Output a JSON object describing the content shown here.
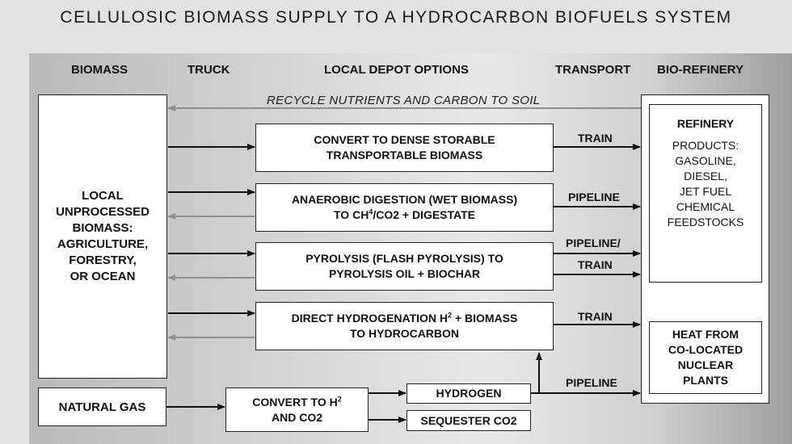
{
  "title": "CELLULOSIC BIOMASS SUPPLY TO A HYDROCARBON BIOFUELS SYSTEM",
  "headers": {
    "biomass": "BIOMASS",
    "truck": "TRUCK",
    "depot": "LOCAL DEPOT OPTIONS",
    "transport": "TRANSPORT",
    "refinery": "BIO-REFINERY"
  },
  "recycle_label": "RECYCLE NUTRIENTS AND CARBON TO SOIL",
  "biomass_box": {
    "lines": [
      "LOCAL",
      "UNPROCESSED",
      "BIOMASS:",
      "AGRICULTURE,",
      "FORESTRY,",
      "OR OCEAN"
    ]
  },
  "depot_options": {
    "dense": [
      "CONVERT TO DENSE STORABLE",
      "TRANSPORTABLE BIOMASS"
    ],
    "anaerobic_line1": "ANAEROBIC DIGESTION (WET BIOMASS)",
    "anaerobic_line2_pre": "TO CH",
    "anaerobic_line2_sup": "4",
    "anaerobic_line2_post": "/CO2 + DIGESTATE",
    "pyrolysis": [
      "PYROLYSIS (FLASH PYROLYSIS) TO",
      "PYROLYSIS OIL + BIOCHAR"
    ],
    "hydrogenation_line1_pre": "DIRECT HYDROGENATION H",
    "hydrogenation_line1_sup": "2",
    "hydrogenation_line1_post": " + BIOMASS",
    "hydrogenation_line2": "TO HYDROCARBON"
  },
  "transport_labels": {
    "dense": "TRAIN",
    "anaerobic": "PIPELINE",
    "pyrolysis_1": "PIPELINE/",
    "pyrolysis_2": "TRAIN",
    "hydrogenation": "TRAIN",
    "hydrogen": "PIPELINE"
  },
  "refinery_box": {
    "title": "REFINERY",
    "lines": [
      "PRODUCTS:",
      "GASOLINE,",
      "DIESEL,",
      "JET FUEL",
      "CHEMICAL",
      "FEEDSTOCKS"
    ]
  },
  "heat_box": {
    "lines": [
      "HEAT FROM",
      "CO-LOCATED",
      "NUCLEAR",
      "PLANTS"
    ]
  },
  "natural_gas": "NATURAL GAS",
  "convert_h2": {
    "line1_pre": "CONVERT TO H",
    "line1_sup": "2",
    "line2": "AND CO2"
  },
  "hydrogen": "HYDROGEN",
  "sequester": "SEQUESTER CO2",
  "colors": {
    "arrow_dark": "#111111",
    "arrow_gray": "#8f8f8f",
    "background": "#e3e3e3"
  }
}
